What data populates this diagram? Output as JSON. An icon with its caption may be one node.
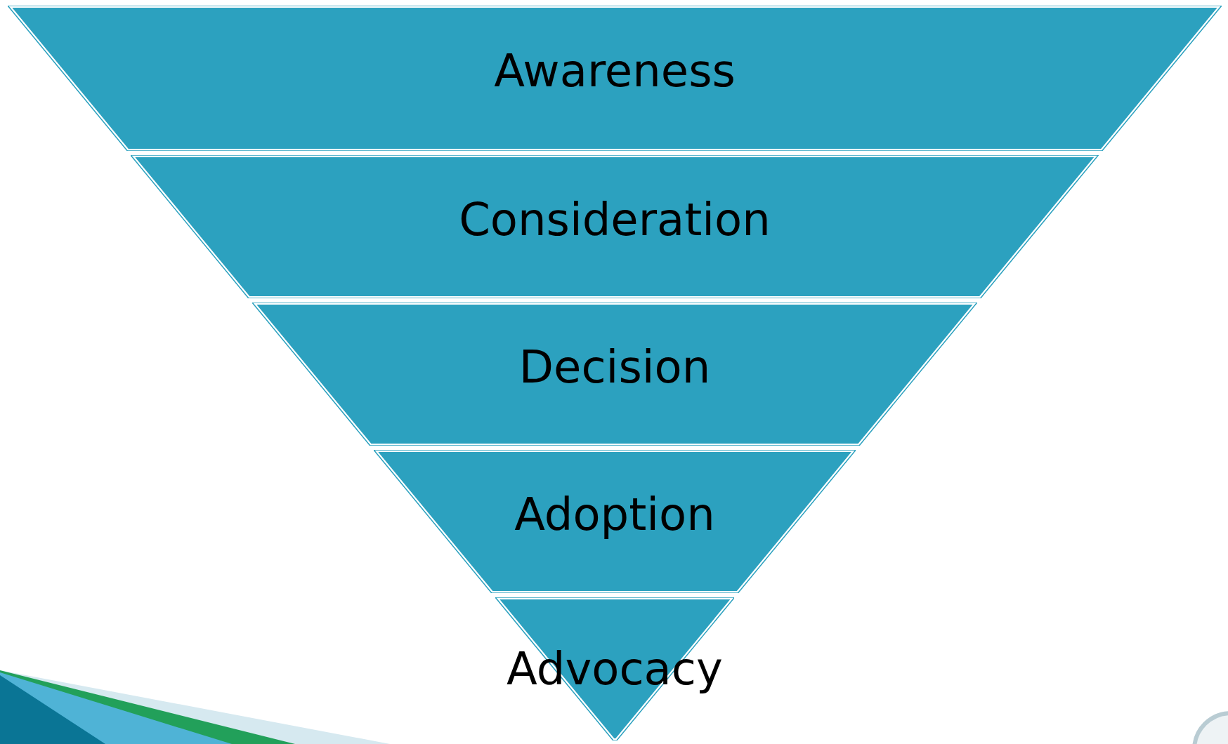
{
  "diagram": {
    "nodes": [
      {
        "text": [
          "Awareness"
        ]
      },
      {
        "text": [
          "Consideration"
        ]
      },
      {
        "text": [
          "Decision"
        ]
      },
      {
        "text": [
          "Adoption"
        ]
      },
      {
        "text": [
          "Advocacy"
        ]
      }
    ]
  }
}
